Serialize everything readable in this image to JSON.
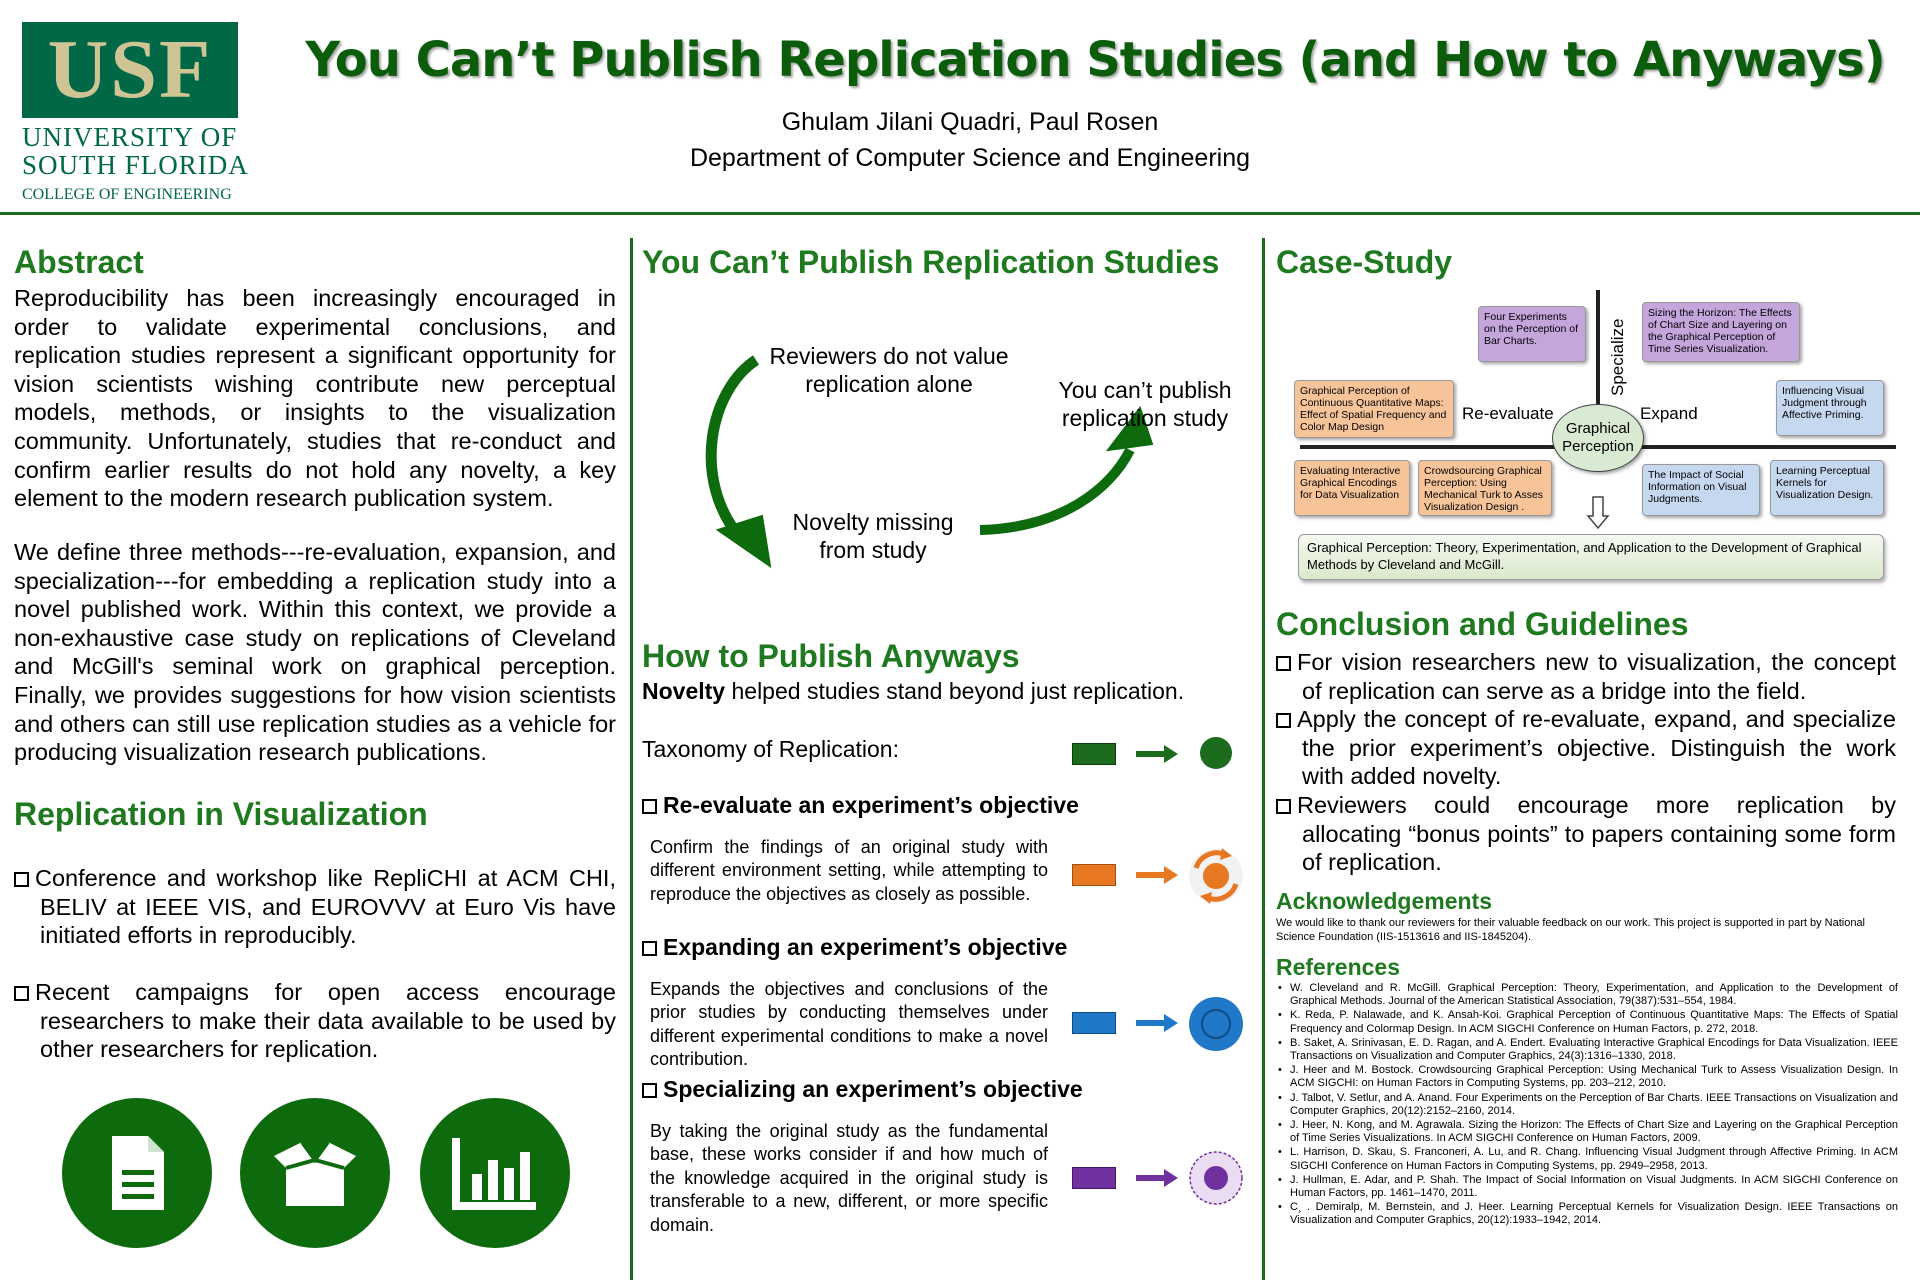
{
  "header": {
    "logo_text": "USF",
    "logo_line1": "UNIVERSITY OF",
    "logo_line2": "SOUTH FLORIDA",
    "logo_line3": "COLLEGE OF ENGINEERING",
    "title": "You Can’t Publish Replication Studies (and How to Anyways)",
    "authors": "Ghulam Jilani Quadri, Paul Rosen",
    "department": "Department of Computer Science and Engineering"
  },
  "abstract": {
    "heading": "Abstract",
    "p1": "Reproducibility has been increasingly encouraged in order to validate experimental conclusions, and replication studies represent a significant opportunity for vision scientists wishing contribute new perceptual models, methods, or insights to the visualization community. Unfortunately, studies that re-conduct and confirm earlier results do not hold any novelty, a key element to the modern research publication system.",
    "p2": "We define three methods---re-evaluation, expansion, and specialization---for embedding a replication study into a novel published work. Within this context, we provide a non-exhaustive case study on replications of Cleveland and McGill's seminal work on graphical perception. Finally, we provides suggestions for how vision scientists and others can still use replication studies as a vehicle for producing visualization research publications."
  },
  "replication_vis": {
    "heading": "Replication in Visualization",
    "b1": "Conference and workshop like RepliCHI at ACM CHI, BELIV at IEEE VIS, and EUROVVV at Euro Vis have initiated efforts in reproducibly.",
    "b2": "Recent campaigns for open access encourage researchers to make their data available to be used by other researchers for replication.",
    "icons": [
      "document-icon",
      "open-box-icon",
      "bar-chart-icon"
    ]
  },
  "cant_publish": {
    "heading": "You Can’t Publish Replication Studies",
    "t1": "Reviewers do not value replication alone",
    "t2": "You can’t publish replication study",
    "t3": "Novelty missing from study"
  },
  "how_publish": {
    "heading": "How to Publish Anyways",
    "novelty_bold": "Novelty",
    "novelty_rest": " helped studies stand beyond just replication.",
    "taxonomy": "Taxonomy of Replication:",
    "items": [
      {
        "title": "Re-evaluate an experiment’s objective",
        "text": "Confirm the findings of an original study with different environment setting, while attempting to reproduce the objectives as closely as possible.",
        "color": "#e87722"
      },
      {
        "title": "Expanding an experiment’s objective",
        "text": "Expands the objectives and conclusions of the prior studies by conducting themselves under different experimental conditions to make a novel contribution.",
        "color": "#1f78c8"
      },
      {
        "title": "Specializing an experiment’s objective",
        "text": "By taking the original study as the fundamental base, these works consider if and how much of the knowledge acquired in the original study is transferable to a new, different, or more specific domain.",
        "color": "#7030a0"
      }
    ],
    "taxonomy_color": "#1d6b1d"
  },
  "case_study": {
    "heading": "Case-Study",
    "center": "Graphical Perception",
    "label_reeval": "Re-evaluate",
    "label_expand": "Expand",
    "label_specialize": "Specialize",
    "box_four": "Four Experiments on the Perception of Bar Charts.",
    "box_sizing": "Sizing the Horizon: The Effects of Chart Size and Layering on the Graphical Perception of Time Series Visualization.",
    "box_continuous": "Graphical Perception of Continuous Quantitative Maps: Effect of Spatial Frequency and Color Map Design",
    "box_influencing": "Influencing Visual Judgment through Affective Priming.",
    "box_evaluating": "Evaluating Interactive Graphical Encodings for Data Visualization",
    "box_crowdsourcing": "Crowdsourcing Graphical Perception: Using Mechanical Turk to Asses Visualization Design .",
    "box_impact": "The Impact of Social Information on Visual Judgments.",
    "box_learning": "Learning Perceptual Kernels for Visualization Design.",
    "box_base": "Graphical Perception: Theory, Experimentation, and Application to the Development of Graphical Methods by Cleveland and McGill."
  },
  "conclusion": {
    "heading": "Conclusion and Guidelines",
    "b1": "For vision researchers new to visualization, the concept of replication can serve as a bridge into the field.",
    "b2": "Apply the concept of re-evaluate, expand, and specialize the prior experiment’s objective. Distinguish the work with added novelty.",
    "b3": "Reviewers could encourage more replication by allocating “bonus points” to papers containing some form of replication."
  },
  "ack": {
    "heading": "Acknowledgements",
    "text": "We would like to thank our reviewers for their valuable feedback on our work. This project is supported in part by National Science Foundation (IIS-1513616 and IIS-1845204)."
  },
  "refs": {
    "heading": "References",
    "items": [
      "W. Cleveland and R. McGill. Graphical Perception: Theory, Experimentation, and Application to the Development of Graphical Methods. Journal of the American Statistical Association, 79(387):531–554, 1984.",
      "K. Reda, P. Nalawade, and K. Ansah-Koi. Graphical Perception of Continuous Quantitative Maps: The Effects of Spatial Frequency and Colormap Design. In ACM SIGCHI Conference on Human Factors, p. 272, 2018.",
      "B. Saket, A. Srinivasan, E. D. Ragan, and A. Endert. Evaluating Interactive Graphical Encodings for Data Visualization. IEEE Transactions on Visualization and Computer Graphics, 24(3):1316–1330, 2018.",
      "J. Heer and M. Bostock. Crowdsourcing Graphical Perception: Using Mechanical Turk to Assess Visualization Design. In ACM SIGCHI: on Human Factors in Computing Systems, pp. 203–212, 2010.",
      "J. Talbot, V. Setlur, and A. Anand. Four Experiments on the Perception of Bar Charts. IEEE Transactions on Visualization and Computer Graphics, 20(12):2152–2160, 2014.",
      "J. Heer, N. Kong, and M. Agrawala. Sizing the Horizon: The Effects of Chart Size and Layering on the Graphical Perception of Time Series Visualizations. In ACM SIGCHI Conference on Human Factors, 2009.",
      "L. Harrison, D. Skau, S. Franconeri, A. Lu, and R. Chang. Influencing Visual Judgment through Affective Priming. In ACM SIGCHI Conference on Human Factors in Computing Systems, pp. 2949–2958, 2013.",
      "J. Hullman, E. Adar, and P. Shah. The Impact of Social Information on Visual Judgments. In ACM SIGCHI Conference on Human Factors, pp. 1461–1470, 2011.",
      "C¸ . Demiralp, M. Bernstein, and J. Heer. Learning Perceptual Kernels for Visualization Design. IEEE Transactions on Visualization and Computer Graphics, 20(12):1933–1942, 2014."
    ]
  },
  "colors": {
    "usf_green": "#006747",
    "usf_gold": "#cfc493",
    "heading_green": "#1f7a1f"
  }
}
